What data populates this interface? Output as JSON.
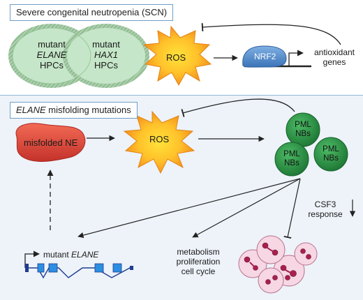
{
  "top_panel": {
    "title": "Severe congenital neutropenia (SCN)",
    "cell_left": {
      "line1": "mutant",
      "line2": "ELANE",
      "line3": "HPCs"
    },
    "cell_right": {
      "line1": "mutant",
      "line2": "HAX1",
      "line3": "HPCs"
    },
    "ros": "ROS",
    "nrf2": "NRF2",
    "antioxidant_line1": "antioxidant",
    "antioxidant_line2": "genes"
  },
  "bottom_panel": {
    "title_italic": "ELANE",
    "title_rest": " misfolding mutations",
    "misfolded": "misfolded NE",
    "ros": "ROS",
    "pml": [
      {
        "line1": "PML",
        "line2": "NBs"
      },
      {
        "line1": "PML",
        "line2": "NBs"
      },
      {
        "line1": "PML",
        "line2": "NBs"
      }
    ],
    "csf3_line1": "CSF3",
    "csf3_line2": "response",
    "gene_prefix": "mutant ",
    "gene_name": "ELANE",
    "metabolism_lines": [
      "metabolism",
      "proliferation",
      "cell cycle"
    ]
  },
  "colors": {
    "cell_fill": "#bfe2c2",
    "cell_border": "#7da97f",
    "ros_orange": "#f29a1f",
    "ros_yellow": "#ffe23a",
    "nrf2_blue": "#4d87c8",
    "pml_green": "#2f9a4a",
    "misfolded_red": "#e0473a",
    "exon_blue": "#2c8ee0",
    "neutrophil_pink": "#f6d7e3",
    "neutrophil_nucleus": "#a8204f",
    "panel_border": "#6f9dc7"
  }
}
